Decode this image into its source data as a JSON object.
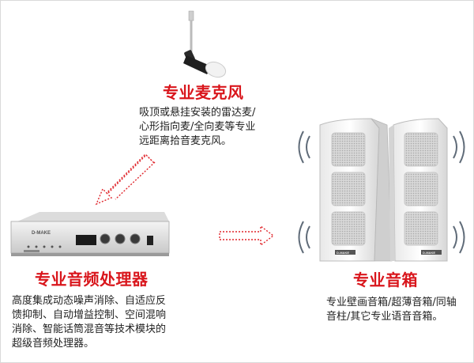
{
  "microphone": {
    "title": "专业麦克风",
    "desc": [
      "吸顶或悬挂安装的雷达麦/",
      "心形指向麦/全向麦等专业",
      "远距离拾音麦克风。"
    ]
  },
  "processor": {
    "title": "专业音频处理器",
    "brand": "D-MAKE",
    "desc": [
      "高度集成动态噪声消除、自适应反",
      "馈抑制、自动增益控制、空间混响",
      "消除、智能话筒混音等技术模块的",
      "超级音频处理器。"
    ]
  },
  "speaker": {
    "title": "专业音箱",
    "brand": "D-MAKE",
    "desc": [
      "专业壁画音箱/超薄音箱/同轴",
      "音柱/其它专业语音音箱。"
    ]
  },
  "colors": {
    "accent": "#d9161c",
    "arrow": "#e0262c"
  }
}
